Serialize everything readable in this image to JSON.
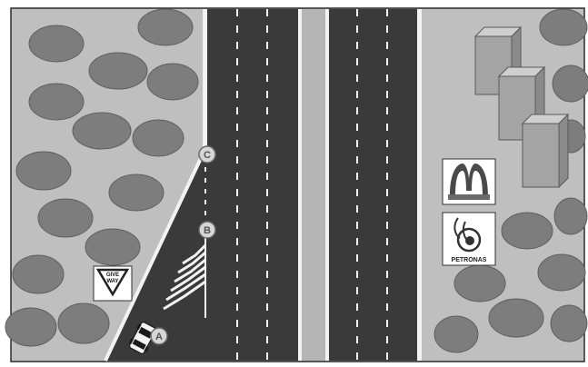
{
  "scene": {
    "points": [
      {
        "id": "a",
        "label": "A"
      },
      {
        "id": "b",
        "label": "B"
      },
      {
        "id": "c",
        "label": "C"
      }
    ],
    "give_way_sign": {
      "line1": "GIVE",
      "line2": "WAY"
    },
    "fuel_station_sign": {
      "brand": "PETRONAS"
    },
    "restaurant_sign": {
      "icon": "golden-arches-icon"
    }
  }
}
